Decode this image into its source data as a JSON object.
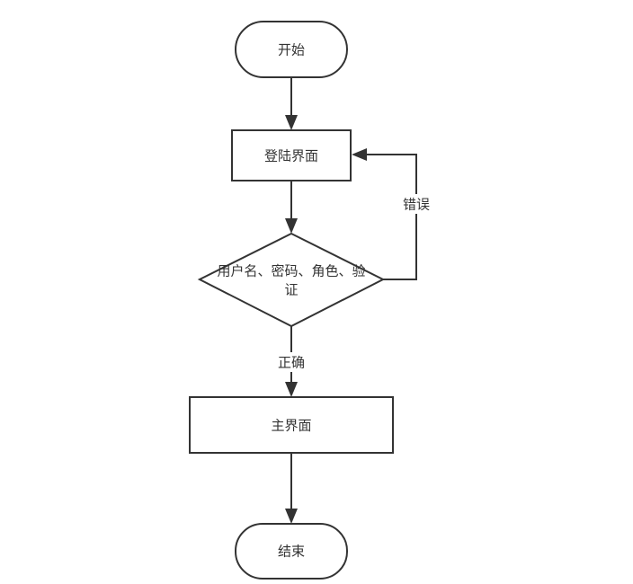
{
  "nodes": {
    "start": {
      "label": "开始",
      "shape": "terminator"
    },
    "login": {
      "label": "登陆界面",
      "shape": "process"
    },
    "verify": {
      "label_line1": "用户名、密码、角色、验",
      "label_line2": "证",
      "shape": "decision"
    },
    "main": {
      "label": "主界面",
      "shape": "process"
    },
    "end": {
      "label": "结束",
      "shape": "terminator"
    }
  },
  "edges": {
    "start_to_login": {
      "label": ""
    },
    "login_to_verify": {
      "label": ""
    },
    "verify_to_main": {
      "label": "正确"
    },
    "verify_to_login": {
      "label": "错误"
    },
    "main_to_end": {
      "label": ""
    }
  },
  "colors": {
    "stroke": "#333333",
    "fill": "#ffffff",
    "text": "#333333"
  }
}
